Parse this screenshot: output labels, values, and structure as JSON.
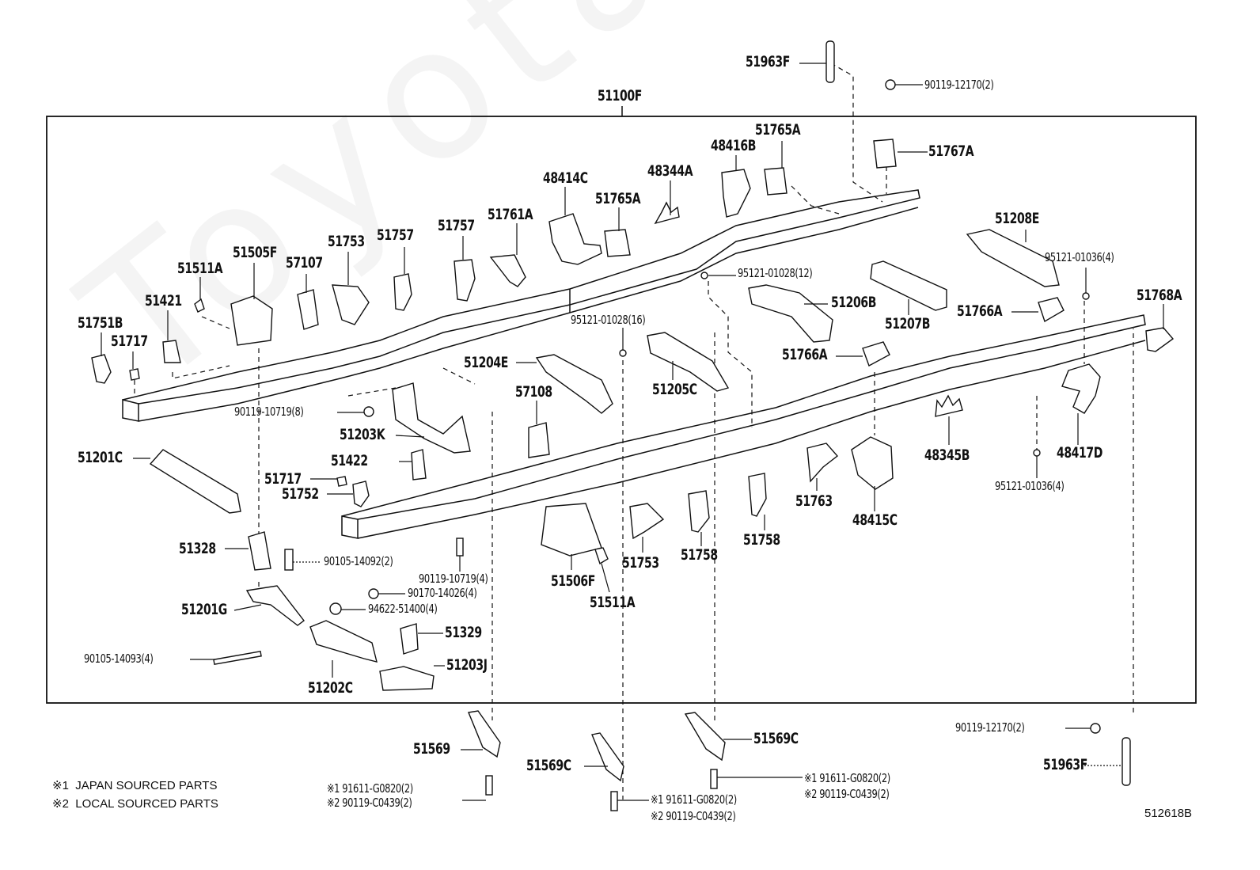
{
  "diagram": {
    "title_part": "51100F",
    "catalog_number": "512618B",
    "watermark": "Toyota-Camr.ru",
    "notes": [
      {
        "mark": "※1",
        "text": "JAPAN SOURCED PARTS"
      },
      {
        "mark": "※2",
        "text": "LOCAL SOURCED PARTS"
      }
    ],
    "labels": [
      {
        "id": "51963F-top",
        "text": "51963F"
      },
      {
        "id": "90119-12170-top",
        "text": "90119-12170(2)"
      },
      {
        "id": "51100F",
        "text": "51100F"
      },
      {
        "id": "51765A-right",
        "text": "51765A"
      },
      {
        "id": "48416B",
        "text": "48416B"
      },
      {
        "id": "51767A",
        "text": "51767A"
      },
      {
        "id": "48344A",
        "text": "48344A"
      },
      {
        "id": "48414C",
        "text": "48414C"
      },
      {
        "id": "51765A-left",
        "text": "51765A"
      },
      {
        "id": "51761A",
        "text": "51761A"
      },
      {
        "id": "51757-a",
        "text": "51757"
      },
      {
        "id": "51757-b",
        "text": "51757"
      },
      {
        "id": "51753-top",
        "text": "51753"
      },
      {
        "id": "57107",
        "text": "57107"
      },
      {
        "id": "51505F",
        "text": "51505F"
      },
      {
        "id": "51511A-top",
        "text": "51511A"
      },
      {
        "id": "51421",
        "text": "51421"
      },
      {
        "id": "51751B",
        "text": "51751B"
      },
      {
        "id": "51717-top",
        "text": "51717"
      },
      {
        "id": "51208E",
        "text": "51208E"
      },
      {
        "id": "95121-01036-top",
        "text": "95121-01036(4)"
      },
      {
        "id": "95121-01028-12",
        "text": "95121-01028(12)"
      },
      {
        "id": "51206B",
        "text": "51206B"
      },
      {
        "id": "51207B",
        "text": "51207B"
      },
      {
        "id": "51766A-top",
        "text": "51766A"
      },
      {
        "id": "51768A",
        "text": "51768A"
      },
      {
        "id": "95121-01028-16",
        "text": "95121-01028(16)"
      },
      {
        "id": "51766A-mid",
        "text": "51766A"
      },
      {
        "id": "51204E",
        "text": "51204E"
      },
      {
        "id": "51205C",
        "text": "51205C"
      },
      {
        "id": "57108",
        "text": "57108"
      },
      {
        "id": "90119-10719-8",
        "text": "90119-10719(8)"
      },
      {
        "id": "51203K",
        "text": "51203K"
      },
      {
        "id": "48345B",
        "text": "48345B"
      },
      {
        "id": "48417D",
        "text": "48417D"
      },
      {
        "id": "95121-01036-bot",
        "text": "95121-01036(4)"
      },
      {
        "id": "51201C",
        "text": "51201C"
      },
      {
        "id": "51422",
        "text": "51422"
      },
      {
        "id": "51717-bot",
        "text": "51717"
      },
      {
        "id": "51752",
        "text": "51752"
      },
      {
        "id": "51763",
        "text": "51763"
      },
      {
        "id": "48415C",
        "text": "48415C"
      },
      {
        "id": "51758-right",
        "text": "51758"
      },
      {
        "id": "51758-mid",
        "text": "51758"
      },
      {
        "id": "51753-bot",
        "text": "51753"
      },
      {
        "id": "51506F",
        "text": "51506F"
      },
      {
        "id": "51511A-bot",
        "text": "51511A"
      },
      {
        "id": "51328",
        "text": "51328"
      },
      {
        "id": "90105-14092",
        "text": "90105-14092(2)"
      },
      {
        "id": "90119-10719-4",
        "text": "90119-10719(4)"
      },
      {
        "id": "90170-14026",
        "text": "90170-14026(4)"
      },
      {
        "id": "51201G",
        "text": "51201G"
      },
      {
        "id": "94622-51400",
        "text": "94622-51400(4)"
      },
      {
        "id": "51329",
        "text": "51329"
      },
      {
        "id": "90105-14093",
        "text": "90105-14093(4)"
      },
      {
        "id": "51203J",
        "text": "51203J"
      },
      {
        "id": "51202C",
        "text": "51202C"
      },
      {
        "id": "51569",
        "text": "51569"
      },
      {
        "id": "51569C-left",
        "text": "51569C"
      },
      {
        "id": "51569C-right",
        "text": "51569C"
      },
      {
        "id": "90119-12170-bot",
        "text": "90119-12170(2)"
      },
      {
        "id": "51963F-bot",
        "text": "51963F"
      },
      {
        "id": "bolt-left-1",
        "text": "※1 91611-G0820(2)"
      },
      {
        "id": "bolt-left-2",
        "text": "※2 90119-C0439(2)"
      },
      {
        "id": "bolt-mid-1",
        "text": "※1 91611-G0820(2)"
      },
      {
        "id": "bolt-mid-2",
        "text": "※2 90119-C0439(2)"
      },
      {
        "id": "bolt-right-1",
        "text": "※1 91611-G0820(2)"
      },
      {
        "id": "bolt-right-2",
        "text": "※2 90119-C0439(2)"
      }
    ]
  }
}
